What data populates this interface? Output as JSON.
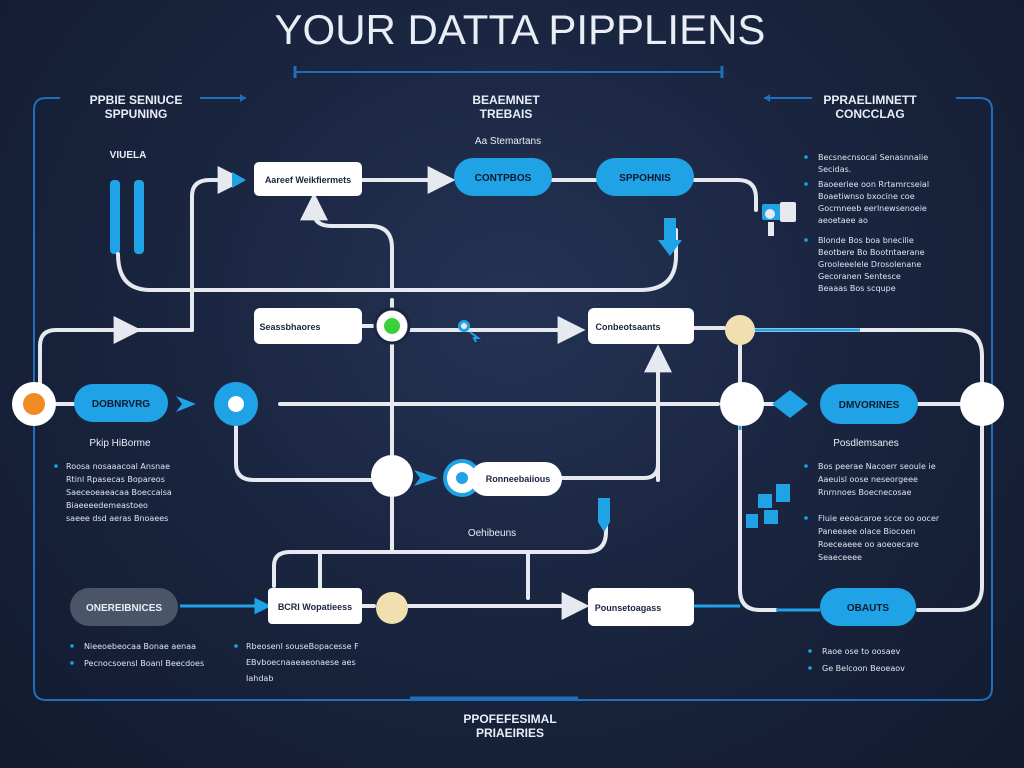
{
  "title": "YOUR DATTA PIPPLIENS",
  "corner_labels": {
    "top_left": [
      "PPBIE SENIUCE",
      "SPPUNING"
    ],
    "top_center": [
      "BEAEMNET",
      "TREBAIS"
    ],
    "top_right": [
      "PPRAELIMNETT",
      "CONCCLAG"
    ],
    "bottom_center": [
      "PPOFEFESIMAL",
      "PRIAEIRIES"
    ]
  },
  "small_labels": {
    "left_bar": "VIUELA",
    "top_center_sub": "Aa Stemartans",
    "left_mid": "Pkip HiBorme",
    "center_low": "Oehibeuns",
    "right_mid": "Posdlemsanes"
  },
  "nodes": {
    "n1": "Aareef Weikfiermets",
    "n2": "CONTPBOS",
    "n3": "SPPOHNIS",
    "n4": "Seassbhaores",
    "n5": "Conbeotsaants",
    "n6": "DOBNRVRG",
    "n7": "DMVORINES",
    "n8": "Ronneebaiious",
    "n9": "ONEREIBNICES",
    "n10": "BCRI Wopatieess",
    "n11": "Pounsetoagass",
    "n12": "OBAUTS"
  },
  "notes": {
    "top_right": [
      "Becsnecnsocal Senasnnalie",
      "Secidas.",
      "Baoeeriee oon Rrtamrcseial",
      "Boaetiwnso bxocine coe",
      "Gocmneeb eerlnewsenoeie",
      "aeoetaee ao",
      "Blonde Bos boa bnecilie",
      "Beotbere Bo Bootntaerane",
      "Grooleeelele Drosolenane",
      "Gecoranen Sentesce",
      "Beaaas Bos scqupe"
    ],
    "left_mid": [
      "Roosa nosaaacoal Ansnae",
      "Rtinl Rpasecas Bopareos",
      "Saeceoeaeacaa Boeccaisa",
      "Biaeeeedemeastoeo",
      "saeee dsd aeras Bnoaees"
    ],
    "right_mid": [
      "Bos peerae Nacoerr seoule ie",
      "Aaeuisl oose neseorgeee",
      "Rnrnnoes Boecnecosae",
      "Fluie eeoacaroe scce oo oocer",
      "Paneeaee olace Biocoen",
      "Roeceaeee oo aoeoecare",
      "Seaeceeee"
    ],
    "bottom_left": [
      "Nieeoebeocaa Bonae aenaa",
      "Pecnocsoensl Boanl Beecdoes"
    ],
    "bottom_center": [
      "Rbeosenl souseBopacesse F",
      "EBvboecnaaeaeonaese aes",
      "Iahdab"
    ],
    "bottom_right": [
      "Raoe ose to oosaev",
      "Ge Belcoon Beoeaov"
    ]
  },
  "colors": {
    "background": "#16213a",
    "accent": "#1fa3e6",
    "line": "#e6eaf0",
    "frame": "#1f6fbd",
    "node_white": "#ffffff",
    "node_blue": "#1fa3e6",
    "node_gray": "#4b5568",
    "dot_orange": "#f08a24",
    "dot_cream": "#f1dfb0",
    "dot_green": "#3ccf3c"
  }
}
